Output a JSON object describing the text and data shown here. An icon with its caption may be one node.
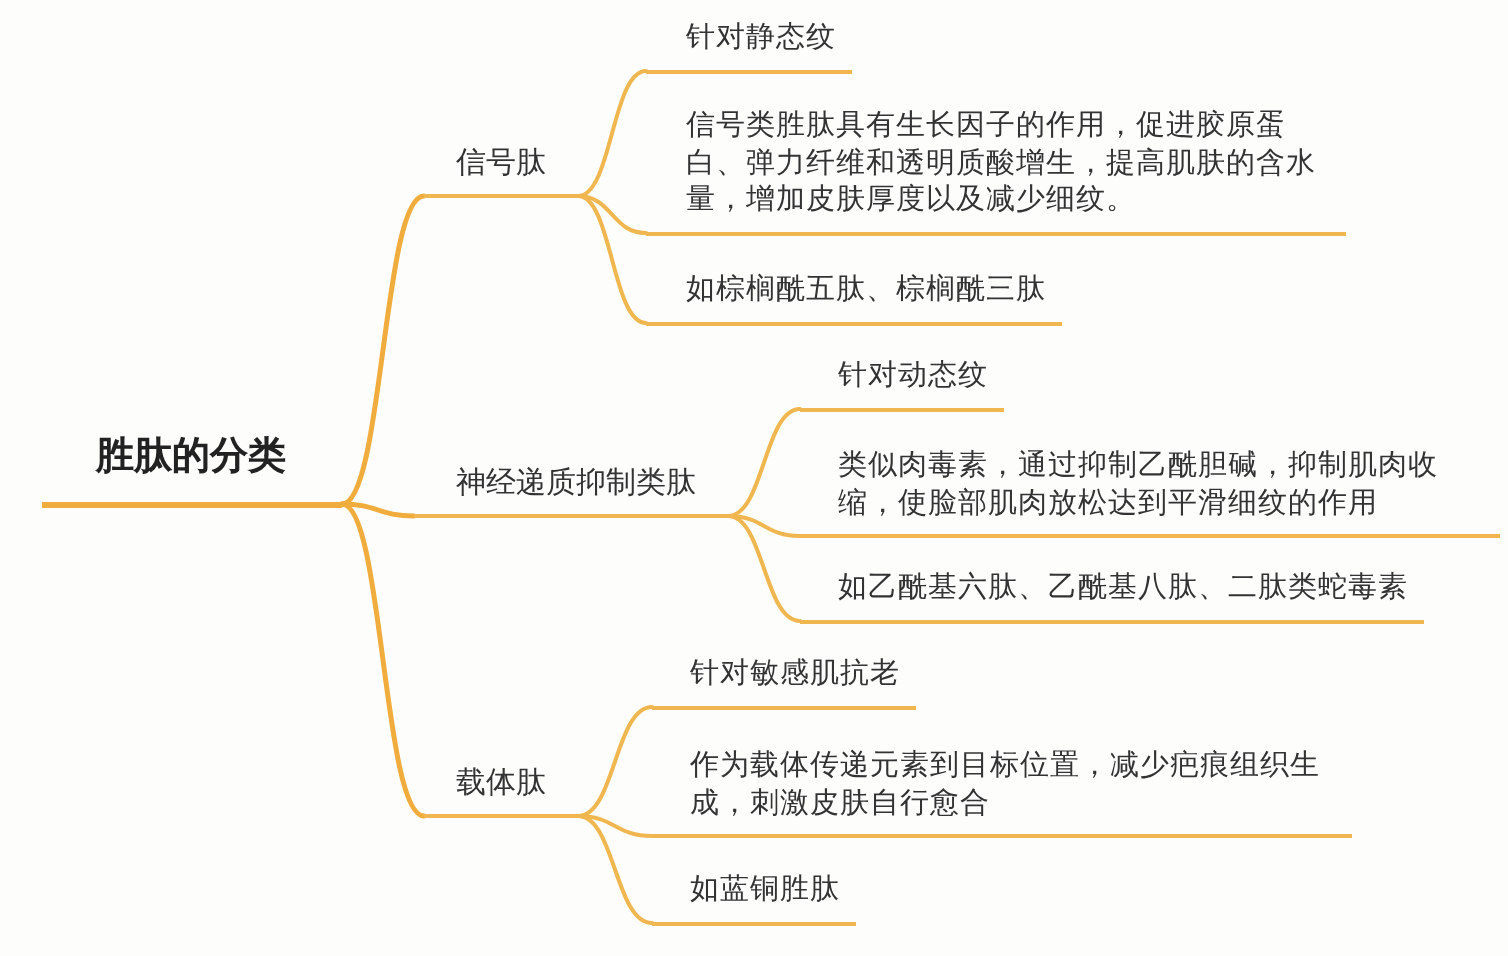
{
  "diagram": {
    "nodes": [
      {
        "text": [
          "胜肽的分类"
        ]
      },
      {
        "text": [
          "信号肽"
        ]
      },
      {
        "text": [
          "针对静态纹"
        ]
      },
      {
        "text": [
          "信号类胜肽具有生长因子的作用，促进胶原蛋白、弹力纤维和透明质酸增生，提高肌肤的含水量，增加皮肤厚度以及减少细纹。"
        ]
      },
      {
        "text": [
          "如棕榈酰五肽、棕榈酰三肽"
        ]
      },
      {
        "text": [
          "神经递质抑制类肽"
        ]
      },
      {
        "text": [
          "针对动态纹"
        ]
      },
      {
        "text": [
          "类似肉毒素，通过抑制乙酰胆碱，抑制肌肉收缩，使脸部肌肉放松达到平滑细纹的作用"
        ]
      },
      {
        "text": [
          "如乙酰基六肽、乙酰基八肽、二肽类蛇毒素"
        ]
      },
      {
        "text": [
          "载体肽"
        ]
      },
      {
        "text": [
          "针对敏感肌抗老"
        ]
      },
      {
        "text": [
          "作为载体传递元素到目标位置，减少疤痕组织生成，刺激皮肤自行愈合"
        ]
      },
      {
        "text": [
          "如蓝铜胜肽"
        ]
      }
    ],
    "edges": [
      {
        "from": 0,
        "to": 1,
        "arrow": "none"
      },
      {
        "from": 1,
        "to": 2,
        "arrow": "none"
      },
      {
        "from": 1,
        "to": 3,
        "arrow": "none"
      },
      {
        "from": 1,
        "to": 4,
        "arrow": "none"
      },
      {
        "from": 0,
        "to": 5,
        "arrow": "none"
      },
      {
        "from": 5,
        "to": 6,
        "arrow": "none"
      },
      {
        "from": 5,
        "to": 7,
        "arrow": "none"
      },
      {
        "from": 5,
        "to": 8,
        "arrow": "none"
      },
      {
        "from": 0,
        "to": 9,
        "arrow": "none"
      },
      {
        "from": 9,
        "to": 10,
        "arrow": "none"
      },
      {
        "from": 9,
        "to": 11,
        "arrow": "none"
      },
      {
        "from": 9,
        "to": 12,
        "arrow": "none"
      }
    ]
  }
}
